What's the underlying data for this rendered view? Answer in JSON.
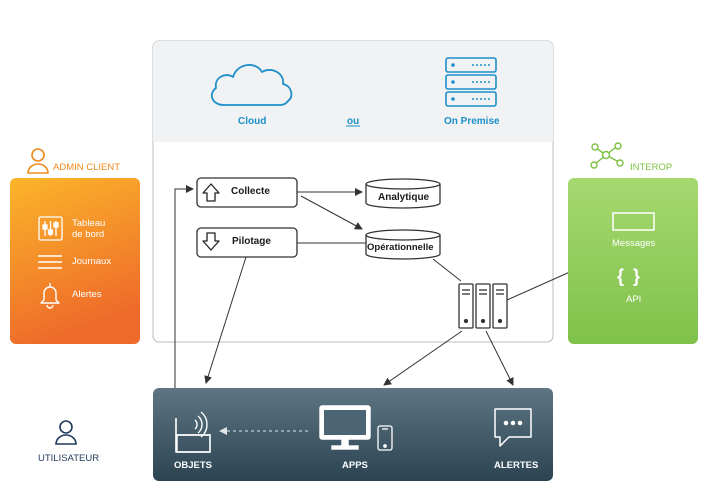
{
  "hosting": {
    "cloud_label": "Cloud",
    "or_label": "ou",
    "onpremise_label": "On Premise"
  },
  "services": {
    "collecte_label": "Collecte",
    "pilotage_label": "Pilotage",
    "analytique_label": "Analytique",
    "operationnelle_label": "Opérationnelle"
  },
  "admin": {
    "title": "ADMIN CLIENT",
    "items": [
      {
        "label_line1": "Tableau",
        "label_line2": "de bord",
        "icon": "dashboard-icon"
      },
      {
        "label_line1": "Journaux",
        "label_line2": "",
        "icon": "list-icon"
      },
      {
        "label_line1": "Alertes",
        "label_line2": "",
        "icon": "bell-icon"
      }
    ]
  },
  "interop": {
    "title": "INTEROP",
    "messages_label": "Messages",
    "api_label": "API",
    "api_glyph": "{ }"
  },
  "bottom": {
    "objets_label": "OBJETS",
    "apps_label": "APPS",
    "alertes_label": "ALERTES"
  },
  "user": {
    "label": "UTILISATEUR"
  },
  "colors": {
    "accent_blue": "#1d8fc9",
    "admin_orange_top": "#fbb52a",
    "admin_orange_bottom": "#ee6a2a",
    "interop_green": "#8dcc5a",
    "bottom_bar": "#36505f"
  }
}
